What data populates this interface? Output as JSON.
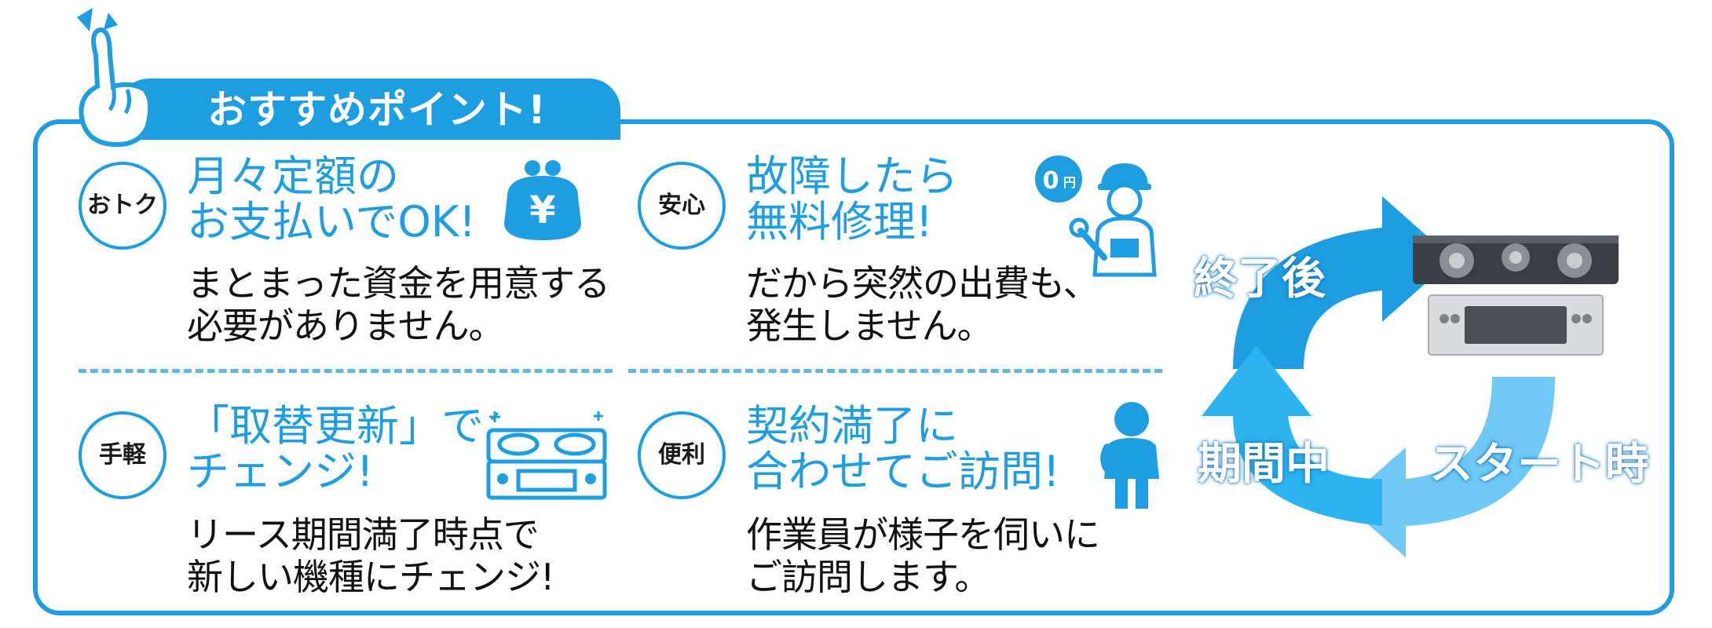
{
  "header": {
    "title": "おすすめポイント!"
  },
  "points": [
    {
      "badge": "おトク",
      "title": "月々定額の\nお支払いでOK!",
      "body": "まとまった資金を用意する\n必要がありません。"
    },
    {
      "badge": "安心",
      "title": "故障したら\n無料修理!",
      "body": "だから突然の出費も、\n発生しません。"
    },
    {
      "badge": "手軽",
      "title": "「取替更新」で\n チェンジ!",
      "body": "リース期間満了時点で\n新しい機種にチェンジ!"
    },
    {
      "badge": "便利",
      "title": "契約満了に\n合わせてご訪問!",
      "body": "作業員が様子を伺いに\nご訪問します。"
    }
  ],
  "icons": {
    "wallet_symbol": "¥",
    "zero_yen": "0",
    "zero_yen_unit": "円"
  },
  "cycle": {
    "after": "終了後",
    "during": "期間中",
    "start": "スタート時"
  },
  "colors": {
    "accent": "#1e9ee0",
    "light": "#5cc8f2"
  }
}
